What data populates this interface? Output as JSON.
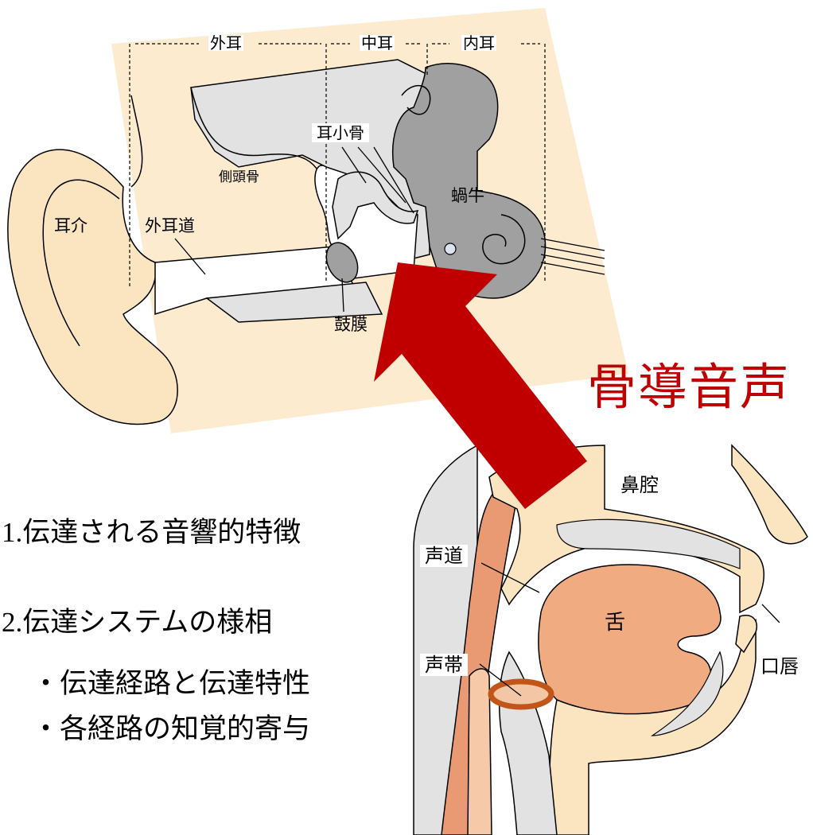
{
  "headline": "骨導音声",
  "ear_labels": {
    "outer_ear": "外耳",
    "middle_ear": "中耳",
    "inner_ear": "内耳",
    "temporal_bone": "側頭骨",
    "ossicles": "耳小骨",
    "cochlea": "蝸牛",
    "auricle": "耳介",
    "ear_canal": "外耳道",
    "eardrum": "鼓膜"
  },
  "vocal_labels": {
    "nasal_cavity": "鼻腔",
    "vocal_tract": "声道",
    "tongue": "舌",
    "lips": "口唇",
    "vocal_cords": "声帯"
  },
  "list": {
    "item1_number": "1.",
    "item1_text": "伝達される音響的特徴",
    "item2_number": "2.",
    "item2_text": "伝達システムの様相",
    "sub1": "・伝達経路と伝達特性",
    "sub2": "・各経路の知覚的寄与"
  },
  "colors": {
    "headline": "#c00000",
    "arrow": "#c00000",
    "ear_panel_bg": "#fdebd0",
    "skin": "#fbe5c0",
    "bone_gray": "#e2e2e2",
    "cochlea_gray": "#a0a0a0",
    "tongue": "#f0ab80",
    "pharynx_wall": "#ea9a73"
  }
}
